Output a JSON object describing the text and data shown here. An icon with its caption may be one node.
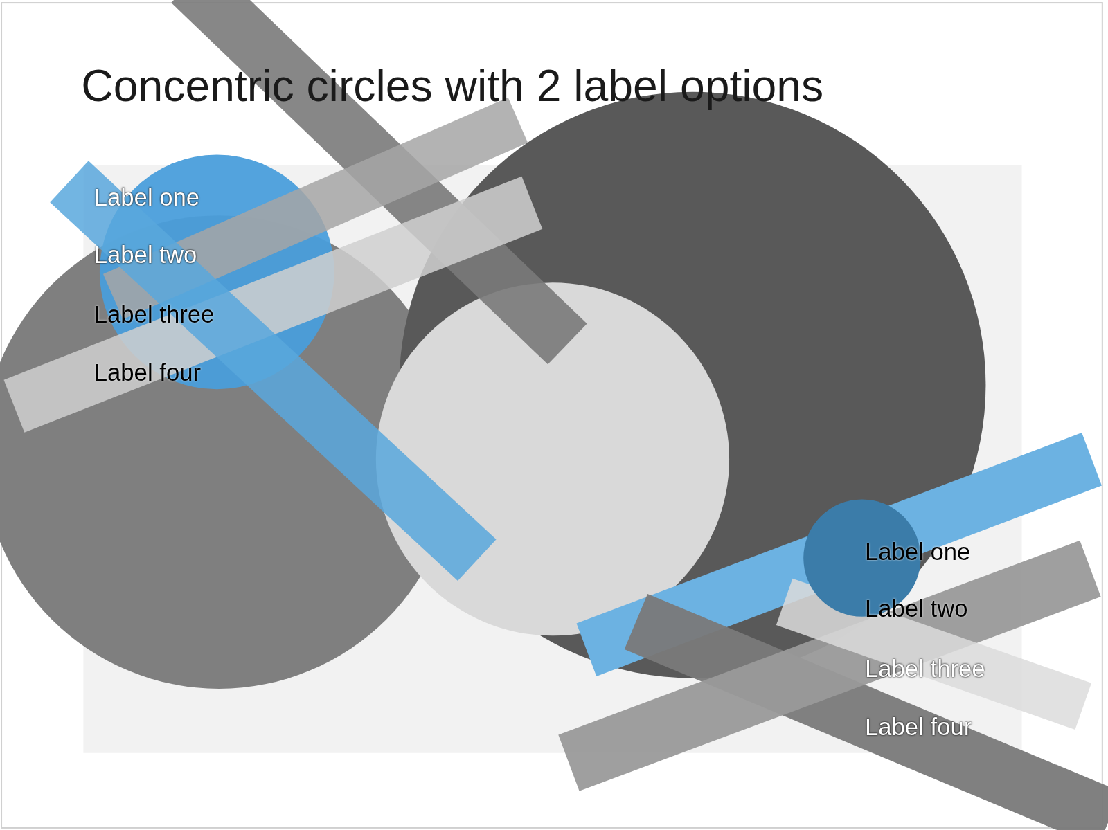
{
  "diagram": {
    "title": "Concentric circles with 2 label options",
    "labels": [
      "Label one",
      "Label two",
      "Label three",
      "Label four",
      "Label one",
      "Label two",
      "Label three",
      "Label four"
    ]
  }
}
